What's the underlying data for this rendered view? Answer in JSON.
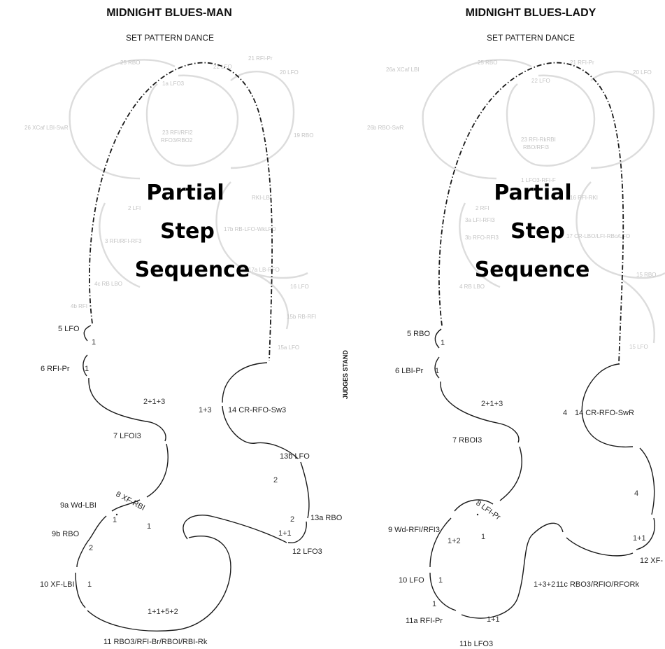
{
  "man": {
    "title": "MIDNIGHT BLUES-MAN",
    "subtitle": "SET PATTERN DANCE",
    "center": [
      "Partial",
      "Step",
      "Sequence"
    ],
    "labels": {
      "s5": "5 LFO",
      "s6": "6 RFI-Pr",
      "s7": "7 LFOI3",
      "s8": "8 XF-RBI",
      "s9a": "9a Wd-LBI",
      "s9b": "9b RBO",
      "s10": "10 XF-LBI",
      "s11": "11 RBO3/RFI-Br/RBOI/RBI-Rk",
      "s12": "12 LFO3",
      "s13a": "13a RBO",
      "s13b": "13b LFO",
      "s14": "14 CR-RFO-Sw3"
    },
    "counts": {
      "c5": "1",
      "c6": "1",
      "c7": "2+1+3",
      "c8": "1",
      "c9a": "1",
      "c9b": "2",
      "c10": "1",
      "c11": "1+1+5+2",
      "c12": "1+1",
      "c13a": "2",
      "c13b": "2",
      "c14": "1+3"
    }
  },
  "lady": {
    "title": "MIDNIGHT BLUES-LADY",
    "subtitle": "SET PATTERN DANCE",
    "center": [
      "Partial",
      "Step",
      "Sequence"
    ],
    "labels": {
      "s5": "5 RBO",
      "s6": "6 LBI-Pr",
      "s7": "7 RBOI3",
      "s8": "8 LFI-Pr",
      "s9": "9 Wd-RFI/RFI3",
      "s10": "10 LFO",
      "s11a": "11a RFI-Pr",
      "s11b": "11b LFO3",
      "s11c": "11c RBO3/RFIO/RFORk",
      "s12": "12 XF-",
      "s14": "14 CR-RFO-SwR"
    },
    "counts": {
      "c5": "1",
      "c6": "1",
      "c7": "2+1+3",
      "c8": "1",
      "c9": "1+2",
      "c10": "1",
      "c11a": "1",
      "c11b": "1+1",
      "c11c": "1+3+2",
      "c12": "1+1",
      "c12b": "4",
      "c14": "4"
    }
  },
  "judges": "JUDGES STAND"
}
